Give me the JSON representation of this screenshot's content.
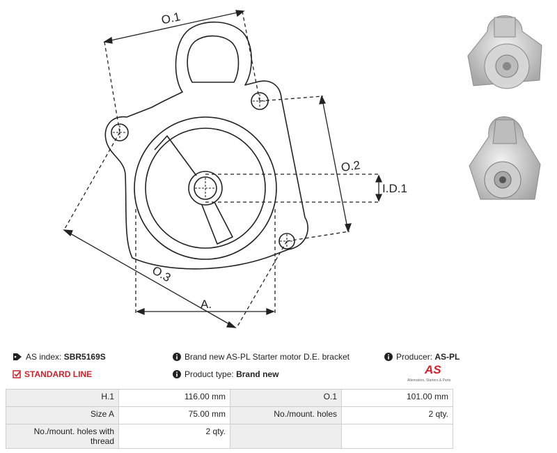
{
  "drawing": {
    "labels": {
      "o1": "O.1",
      "o2": "O.2",
      "o3": "O.3",
      "id1": "I.D.1",
      "a": "A."
    }
  },
  "info": {
    "as_index_label": "AS index:",
    "as_index_value": "SBR5169S",
    "line": "STANDARD LINE",
    "description": "Brand new AS-PL Starter motor D.E. bracket",
    "product_type_label": "Product type:",
    "product_type_value": "Brand new",
    "producer_label": "Producer:",
    "producer_value": "AS-PL"
  },
  "logo": {
    "mark": "AS",
    "tagline": "Alternators, Starters & Parts"
  },
  "colors": {
    "accent_red": "#d0202a",
    "label_bg": "#eeeeee",
    "border": "#cfcfcf"
  },
  "icons": {
    "as_index": "tag-icon",
    "standard_line": "check-square-icon",
    "info": "info-circle-icon"
  },
  "specs": [
    [
      {
        "label": "H.1",
        "value": "116.00 mm"
      },
      {
        "label": "O.1",
        "value": "101.00 mm"
      }
    ],
    [
      {
        "label": "Size A",
        "value": "75.00 mm"
      },
      {
        "label": "No./mount. holes",
        "value": "2 qty."
      }
    ],
    [
      {
        "label": "No./mount. holes with thread",
        "value": "2 qty."
      },
      {
        "label": "",
        "value": ""
      }
    ]
  ]
}
